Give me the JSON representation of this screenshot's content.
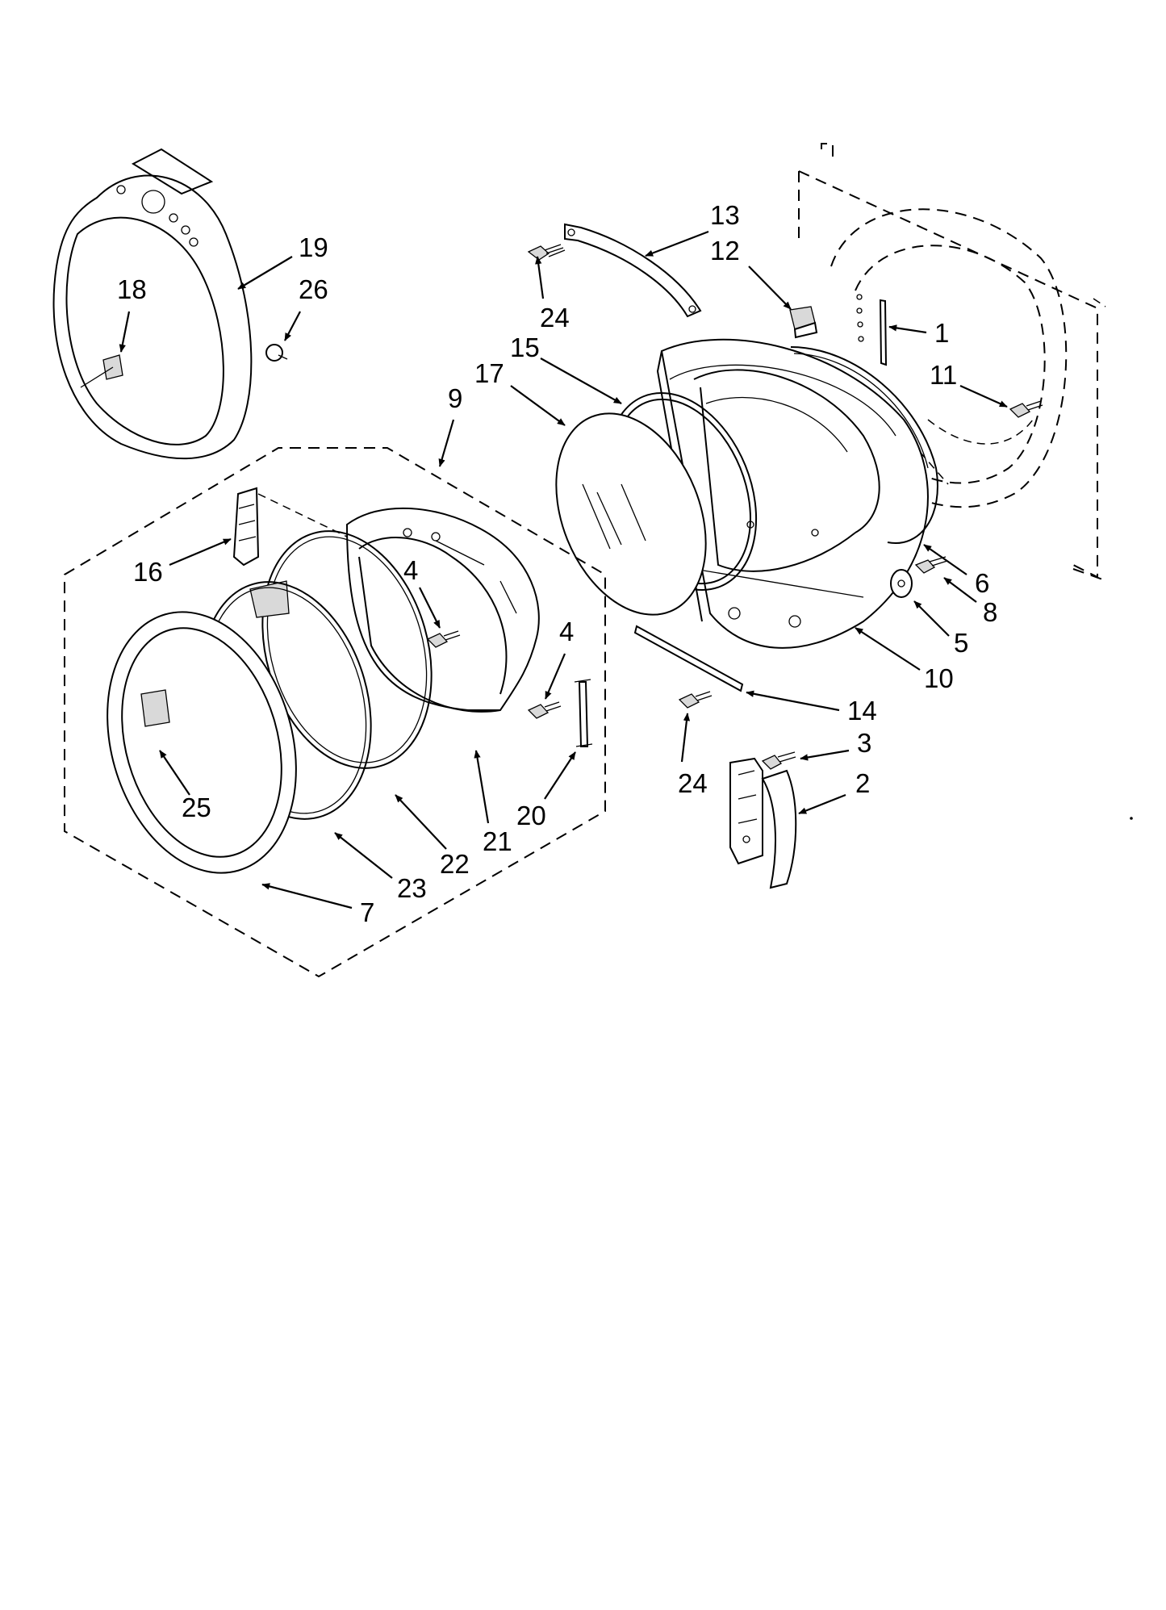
{
  "callouts": [
    {
      "label": "13"
    },
    {
      "label": "12"
    },
    {
      "label": "24"
    },
    {
      "label": "1"
    },
    {
      "label": "19"
    },
    {
      "label": "18"
    },
    {
      "label": "26"
    },
    {
      "label": "15"
    },
    {
      "label": "17"
    },
    {
      "label": "9"
    },
    {
      "label": "11"
    },
    {
      "label": "16"
    },
    {
      "label": "4"
    },
    {
      "label": "4"
    },
    {
      "label": "6"
    },
    {
      "label": "8"
    },
    {
      "label": "5"
    },
    {
      "label": "10"
    },
    {
      "label": "14"
    },
    {
      "label": "3"
    },
    {
      "label": "24"
    },
    {
      "label": "2"
    },
    {
      "label": "25"
    },
    {
      "label": "20"
    },
    {
      "label": "21"
    },
    {
      "label": "22"
    },
    {
      "label": "23"
    },
    {
      "label": "7"
    }
  ]
}
